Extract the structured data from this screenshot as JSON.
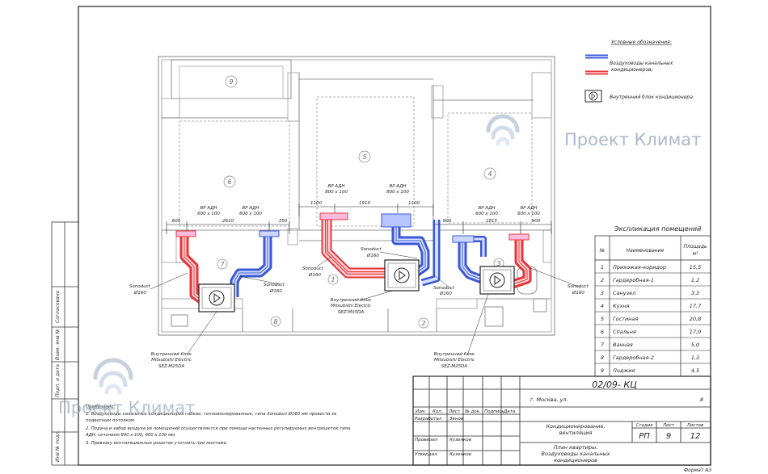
{
  "watermark": {
    "text": "Проект Климат"
  },
  "legend": {
    "title": "Условные обозначения:",
    "items": [
      {
        "line1": "Воздуховоды канальных",
        "line2": "кондиционеров;"
      },
      {
        "line1": "Внутренний блок кондиционера.",
        "line2": ""
      }
    ]
  },
  "rooms": [
    "1",
    "2",
    "3",
    "4",
    "5",
    "6",
    "7",
    "8",
    "9"
  ],
  "grilles": [
    {
      "line1": "ВР АДН",
      "line2": "600 х 100"
    },
    {
      "line1": "ВР АДН",
      "line2": "600 х 100"
    },
    {
      "line1": "ВР АДН",
      "line2": "800 х 100"
    },
    {
      "line1": "ВР АДН",
      "line2": "800 х 100"
    },
    {
      "line1": "ВР АДН",
      "line2": "600 х 100"
    },
    {
      "line1": "ВР АДН",
      "line2": "600 х 100"
    }
  ],
  "dimensions": [
    "600",
    "2610",
    "350",
    "1100",
    "1910",
    "1100",
    "900",
    "1815",
    "900"
  ],
  "duct_labels": [
    {
      "line1": "Sonoduct",
      "line2": "Ø160"
    },
    {
      "line1": "Sonoduct",
      "line2": "Ø160"
    },
    {
      "line1": "Sonoduct",
      "line2": "Ø160"
    },
    {
      "line1": "Sonoduct",
      "line2": "Ø160"
    },
    {
      "line1": "Sonoduct",
      "line2": "Ø160"
    },
    {
      "line1": "Sonoduct",
      "line2": "Ø160"
    }
  ],
  "units": [
    {
      "line1": "Внутренний блок",
      "line2": "Mitsubishi Electric",
      "line3": "SEZ-M25DA"
    },
    {
      "line1": "Внутренний блок",
      "line2": "Mitsubishi Electric",
      "line3": "SEZ-M35DA"
    },
    {
      "line1": "Внутренний блок",
      "line2": "Mitsubishi Electric",
      "line3": "SEZ-M25DA"
    }
  ],
  "explication": {
    "title": "Экспликация помещений",
    "headers": {
      "num": "№",
      "name": "Наименование",
      "area": "Площадь",
      "unit": "м²"
    },
    "rows": [
      {
        "num": "1",
        "name": "Прихожая-коридор",
        "area": "15,5"
      },
      {
        "num": "2",
        "name": "Гардеробная-1",
        "area": "1,2"
      },
      {
        "num": "3",
        "name": "Санузел",
        "area": "3,3"
      },
      {
        "num": "4",
        "name": "Кухня",
        "area": "17,7"
      },
      {
        "num": "5",
        "name": "Гостиная",
        "area": "20,8"
      },
      {
        "num": "6",
        "name": "Спальня",
        "area": "17,0"
      },
      {
        "num": "7",
        "name": "Ванная",
        "area": "5,0"
      },
      {
        "num": "8",
        "name": "Гардеробная-2",
        "area": "1,3"
      },
      {
        "num": "9",
        "name": "Лоджия",
        "area": "4,5"
      }
    ]
  },
  "side_stamp": [
    "Согласовано",
    "Взам. инв №",
    "Подп. и дата",
    "Инв № подл."
  ],
  "notes": {
    "title": "Примечание:",
    "lines": [
      "1. Воздуховоды канальных кондиционеров гибкие, теплоизолированные, типа Sonoduct Ø160 мм провести за",
      "подвесным потолком.",
      "2. Подача и забор воздуха из помещений осуществляется при помощи настенных регулируемых вентрешеток типа",
      "АДН, сечением 800 х 100, 600 х 100 мм.",
      "3. Привязку вентиляционных решеток уточнить при монтаже."
    ]
  },
  "title_block": {
    "code": "02/09- КЦ",
    "address": "г. Москва, ул.",
    "house": "8",
    "col_headers": [
      "Изм.",
      "Кол.",
      "Лист",
      "№ док.",
      "Подпись",
      "Дата"
    ],
    "roles": [
      {
        "role": "Разработал",
        "name": "Зенов"
      },
      {
        "role": "Проверил",
        "name": "Кузенков"
      },
      {
        "role": "Утвердил",
        "name": "Кузенков"
      }
    ],
    "section": {
      "line1": "Кондиционирование,",
      "line2": "вентиляция"
    },
    "sheet_title": {
      "line1": "План квартиры.",
      "line2": "Воздуховоды канальных",
      "line3": "кондиционеров"
    },
    "stage_label": "Стадия",
    "sheet_label": "Лист",
    "sheets_label": "Листов",
    "stage": "РП",
    "sheet": "9",
    "sheets": "12"
  },
  "format": "Формат А3"
}
